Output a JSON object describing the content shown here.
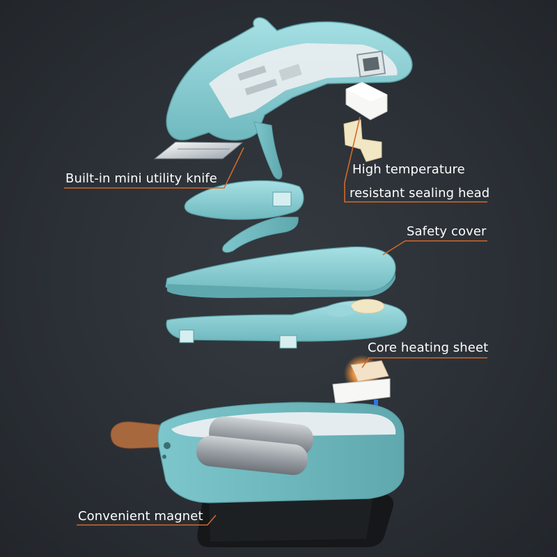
{
  "colors": {
    "background": "#2b3036",
    "body": "#8fd3d8",
    "body_shade": "#6cb7bd",
    "leader_line": "#d2692a",
    "label_text": "#ffffff",
    "strap": "#a8683e",
    "seal_pad": "#f2e7c4"
  },
  "callouts": {
    "knife": "Built-in mini utility knife",
    "sealing_head_line1": "High temperature",
    "sealing_head_line2": "resistant sealing head",
    "safety_cover": "Safety cover",
    "core_heating": "Core heating sheet",
    "magnet": "Convenient magnet"
  }
}
